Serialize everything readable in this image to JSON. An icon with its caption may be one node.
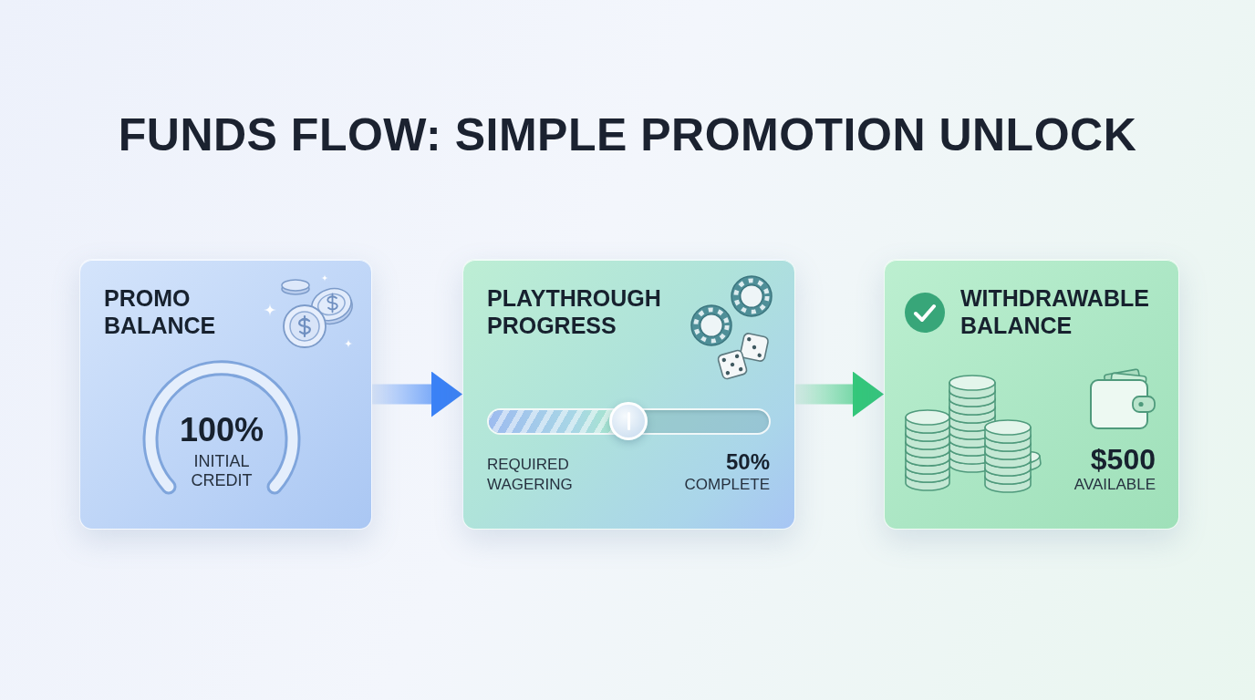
{
  "diagram": {
    "title": "FUNDS FLOW: SIMPLE PROMOTION UNLOCK",
    "nodes": [
      {
        "text": [
          "PROMO BALANCE",
          "100%",
          "INITIAL CREDIT"
        ]
      },
      {
        "text": [
          "PLAYTHROUGH PROGRESS",
          "REQUIRED WAGERING",
          "50%",
          "COMPLETE"
        ]
      },
      {
        "text": [
          "WITHDRAWABLE BALANCE",
          "$500",
          "AVAILABLE"
        ]
      }
    ],
    "edges": [
      {
        "from": 0,
        "to": 1,
        "arrow": "to",
        "color": "#3b82f6"
      },
      {
        "from": 1,
        "to": 2,
        "arrow": "to",
        "color": "#34c77b"
      }
    ]
  }
}
